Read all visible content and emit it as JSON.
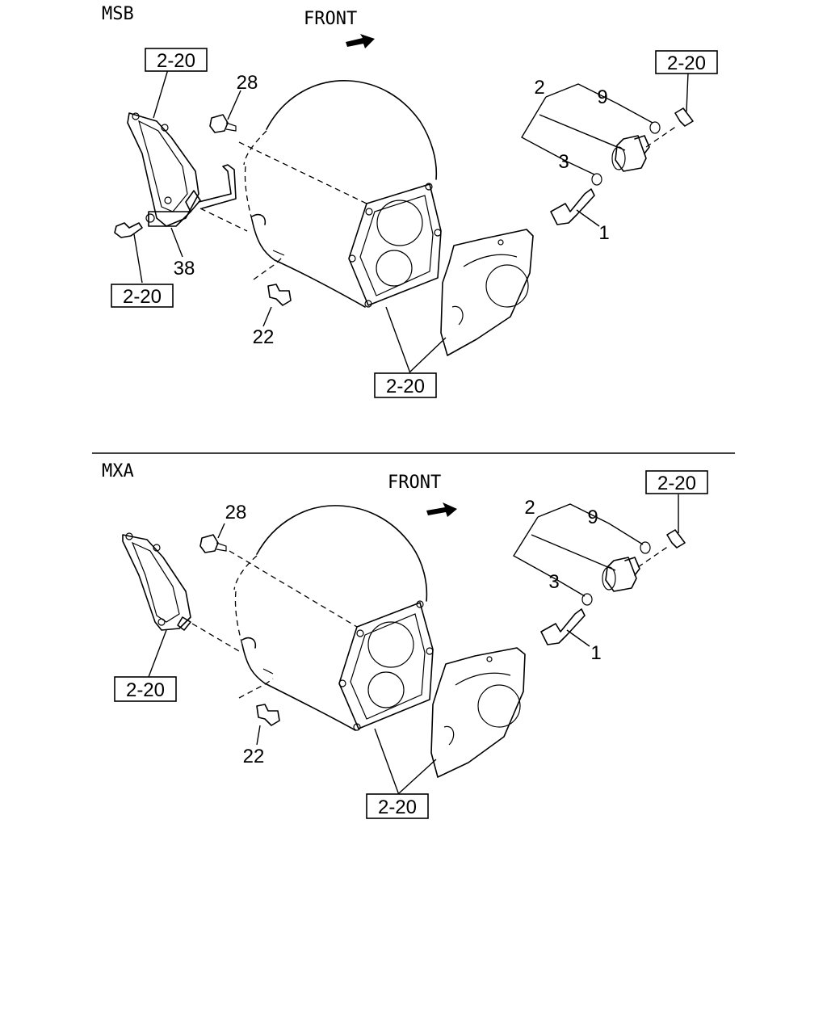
{
  "panels": {
    "top": {
      "variant": "MSB",
      "front": "FRONT",
      "refs": [
        "2-20",
        "2-20",
        "2-20",
        "2-20"
      ],
      "callouts": {
        "n28": "28",
        "n38": "38",
        "n22": "22",
        "n2": "2",
        "n9": "9",
        "n3": "3",
        "n1": "1"
      }
    },
    "bottom": {
      "variant": "MXA",
      "front": "FRONT",
      "refs": [
        "2-20",
        "2-20",
        "2-20"
      ],
      "callouts": {
        "n28": "28",
        "n22": "22",
        "n2": "2",
        "n9": "9",
        "n3": "3",
        "n1": "1"
      }
    }
  }
}
